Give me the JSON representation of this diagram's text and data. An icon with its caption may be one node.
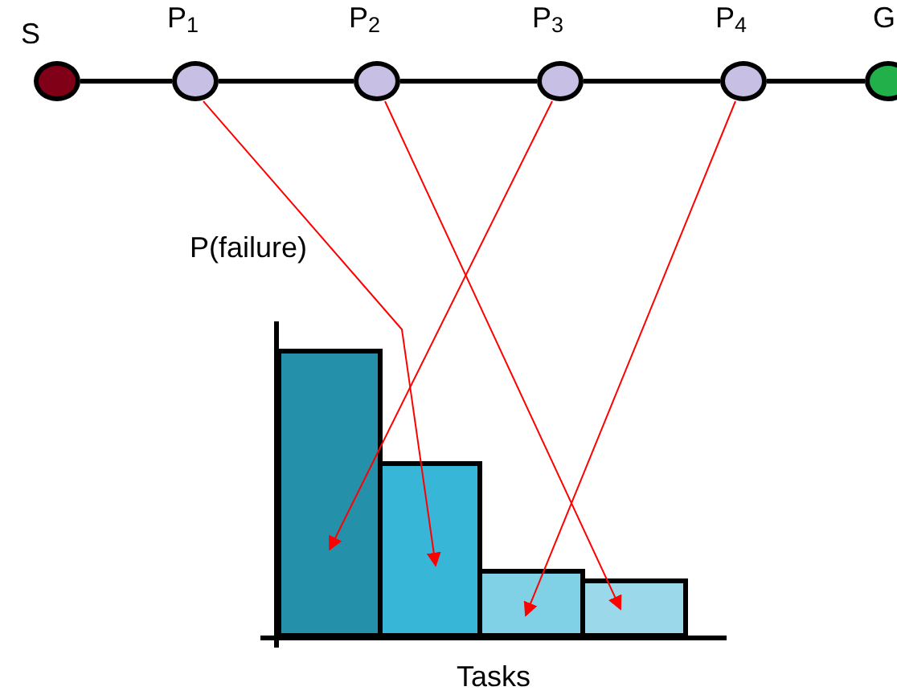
{
  "diagram": {
    "nodes": [
      {
        "text": [
          "S"
        ]
      },
      {
        "text": [
          "P$_{1}$"
        ]
      },
      {
        "text": [
          "P$_{2}$"
        ]
      },
      {
        "text": [
          "P$_{3}$"
        ]
      },
      {
        "text": [
          "P$_{4}$"
        ]
      },
      {
        "text": [
          "G"
        ]
      },
      {
        "text": [],
        "shape": "bar"
      },
      {
        "text": [],
        "shape": "bar"
      },
      {
        "text": [],
        "shape": "bar"
      },
      {
        "text": [],
        "shape": "bar"
      }
    ],
    "edges": [
      {
        "from": 0,
        "to": 1,
        "arrow": "none"
      },
      {
        "from": 1,
        "to": 2,
        "arrow": "none"
      },
      {
        "from": 2,
        "to": 3,
        "arrow": "none"
      },
      {
        "from": 3,
        "to": 4,
        "arrow": "none"
      },
      {
        "from": 4,
        "to": 5,
        "arrow": "none"
      },
      {
        "from": 1,
        "to": 7,
        "arrow": "to",
        "color": "#ff0000"
      },
      {
        "from": 2,
        "to": 9,
        "arrow": "to",
        "color": "#ff0000"
      },
      {
        "from": 3,
        "to": 6,
        "arrow": "to",
        "color": "#ff0000"
      },
      {
        "from": 4,
        "to": 8,
        "arrow": "to",
        "color": "#ff0000"
      }
    ],
    "labels": [
      "P(failure)",
      "Tasks"
    ]
  }
}
